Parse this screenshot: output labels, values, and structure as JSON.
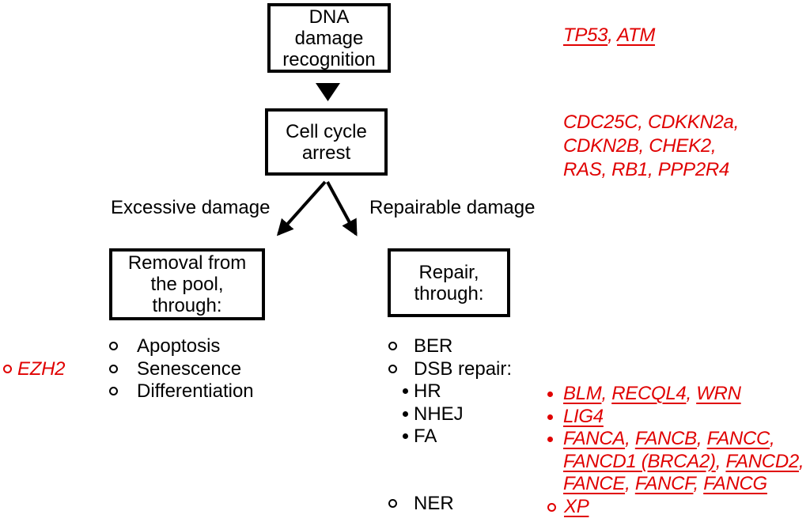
{
  "diagram": {
    "boxes": {
      "dna_recognition": {
        "lines": [
          "DNA",
          "damage",
          "recognition"
        ]
      },
      "cell_cycle": {
        "lines": [
          "Cell cycle",
          "arrest"
        ]
      },
      "removal": {
        "lines": [
          "Removal from",
          "the pool,",
          "through:"
        ]
      },
      "repair": {
        "lines": [
          "Repair,",
          "through:"
        ]
      }
    },
    "branch_labels": {
      "excessive": "Excessive damage",
      "repairable": "Repairable damage"
    },
    "removal_list": [
      "Apoptosis",
      "Senescence",
      "Differentiation"
    ],
    "repair_list": {
      "top": [
        "BER",
        "DSB repair:"
      ],
      "sub": [
        "HR",
        "NHEJ",
        "FA"
      ],
      "bottom": "NER"
    },
    "genes": {
      "recognition": {
        "underline": true,
        "items": [
          "TP53",
          "ATM"
        ]
      },
      "cell_cycle": {
        "underline": false,
        "lines": [
          "CDC25C, CDKKN2a,",
          "CDKN2B, CHEK2,",
          "RAS, RB1, PPP2R4"
        ]
      },
      "ezh2": {
        "underline": false,
        "items": [
          "EZH2"
        ]
      },
      "hr": {
        "underline": true,
        "items": [
          "BLM",
          "RECQL4",
          "WRN"
        ]
      },
      "nhej": {
        "underline": true,
        "items": [
          "LIG4"
        ]
      },
      "fa": {
        "underline": true,
        "items": [
          "FANCA",
          "FANCB",
          "FANCC",
          "FANCD1 (BRCA2)",
          "FANCD2",
          "FANCE",
          "FANCF",
          "FANCG"
        ],
        "break_after": [
          2,
          4
        ]
      },
      "ner": {
        "underline": true,
        "items": [
          "XP"
        ]
      }
    },
    "colors": {
      "gene_red": "#e00000",
      "diagram_black": "#000000",
      "background": "#ffffff"
    }
  }
}
